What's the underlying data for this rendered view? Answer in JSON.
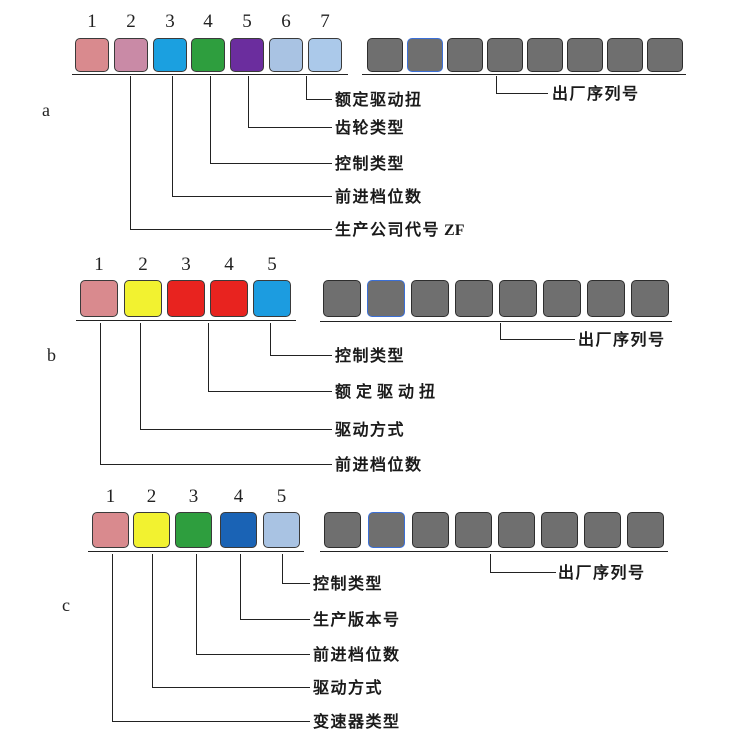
{
  "panel_a": {
    "label": "a",
    "positions": [
      {
        "num": "1",
        "color": "#d98a8e"
      },
      {
        "num": "2",
        "color": "#c98aa6"
      },
      {
        "num": "3",
        "color": "#1ba0e0"
      },
      {
        "num": "4",
        "color": "#2e9e3e"
      },
      {
        "num": "5",
        "color": "#6b2d9e"
      },
      {
        "num": "6",
        "color": "#a9c3e3"
      },
      {
        "num": "7",
        "color": "#abc9ea"
      }
    ],
    "serial_label": "出厂序列号",
    "callouts": [
      "额定驱动扭",
      "齿轮类型",
      "控制类型",
      "前进档位数",
      "生产公司代号"
    ],
    "company_code": "ZF"
  },
  "panel_b": {
    "label": "b",
    "positions": [
      {
        "num": "1",
        "color": "#d98a8e"
      },
      {
        "num": "2",
        "color": "#f2f230"
      },
      {
        "num": "3",
        "color": "#e8231f"
      },
      {
        "num": "4",
        "color": "#e8231f"
      },
      {
        "num": "5",
        "color": "#1c9ce0"
      }
    ],
    "serial_label": "出厂序列号",
    "callouts": [
      "控制类型",
      "额定驱动扭",
      "驱动方式",
      "前进档位数"
    ]
  },
  "panel_c": {
    "label": "c",
    "positions": [
      {
        "num": "1",
        "color": "#d98a8e"
      },
      {
        "num": "2",
        "color": "#f2f230"
      },
      {
        "num": "3",
        "color": "#2e9e3e"
      },
      {
        "num": "4",
        "color": "#1a63b5"
      },
      {
        "num": "5",
        "color": "#a9c3e3"
      }
    ],
    "serial_label": "出厂序列号",
    "callouts": [
      "控制类型",
      "生产版本号",
      "前进档位数",
      "驱动方式",
      "变速器类型"
    ]
  },
  "colors": {
    "serial_box": "#6f6f6f",
    "serial_highlight": "#3b6fd6",
    "line": "#222222"
  }
}
